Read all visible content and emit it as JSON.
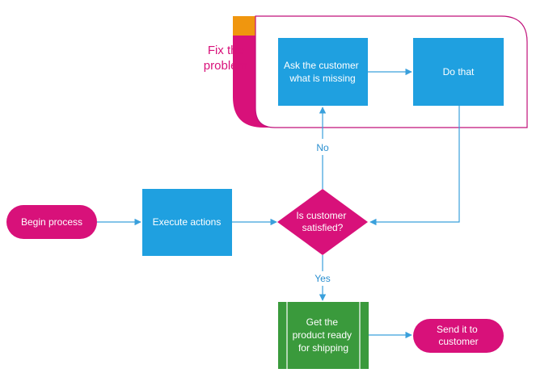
{
  "colors": {
    "terminal": "#d8117a",
    "process": "#1fa0e0",
    "decision": "#d8117a",
    "predefined": "#3a9a3c",
    "group_border": "#c0107a",
    "group_tab_orange": "#f0960e",
    "edge": "#3aa0dc",
    "edge_label": "#2a8fd0",
    "group_label": "#d8117a"
  },
  "group": {
    "label_lines": [
      "Fix the",
      "problem"
    ]
  },
  "nodes": {
    "begin": {
      "lines": [
        "Begin process"
      ]
    },
    "execute": {
      "lines": [
        "Execute actions"
      ]
    },
    "decision": {
      "lines": [
        "Is customer",
        "satisfied?"
      ]
    },
    "ask": {
      "lines": [
        "Ask the customer",
        "what is missing"
      ]
    },
    "do_that": {
      "lines": [
        "Do that"
      ]
    },
    "product": {
      "lines": [
        "Get the",
        "product ready",
        "for shipping"
      ]
    },
    "send": {
      "lines": [
        "Send it to",
        "customer"
      ]
    }
  },
  "edges": {
    "no_label": "No",
    "yes_label": "Yes"
  }
}
